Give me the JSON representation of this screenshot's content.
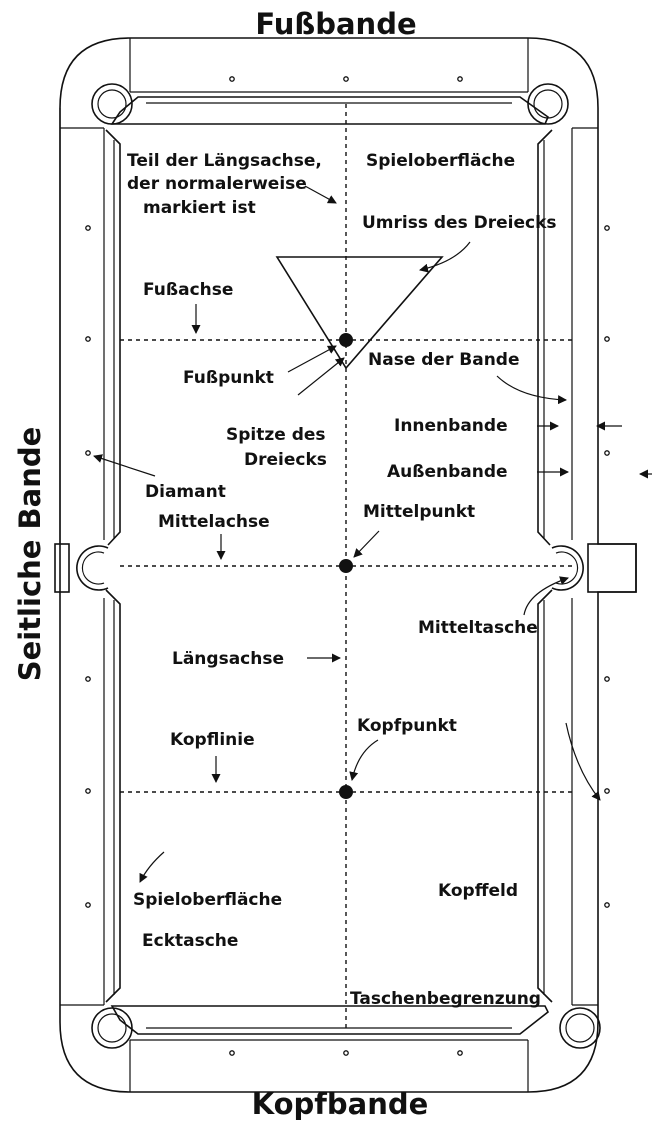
{
  "labels": {
    "foot_rail": "Fußbande",
    "head_rail": "Kopfbande",
    "side_rail": "Seitliche Bande",
    "long_axis_marked_1": "Teil der Längsachse,",
    "long_axis_marked_2": "der normalerweise",
    "long_axis_marked_3": "markiert ist",
    "playing_surface_top": "Spieloberfläche",
    "rack_outline": "Umriss des Dreiecks",
    "foot_string": "Fußachse",
    "foot_spot": "Fußpunkt",
    "nose_of_cushion": "Nase der Bande",
    "apex_1": "Spitze des",
    "apex_2": "Dreiecks",
    "cushion": "Innenbande",
    "rail": "Außenbande",
    "diamond": "Diamant",
    "center_string": "Mittelachse",
    "center_spot": "Mittelpunkt",
    "side_pocket": "Mitteltasche",
    "long_string": "Längsachse",
    "head_string": "Kopflinie",
    "head_spot": "Kopfpunkt",
    "playing_surface_bottom": "Spieloberfläche",
    "kitchen": "Kopffeld",
    "corner_pocket": "Ecktasche",
    "pocket_opening": "Taschenbegrenzung"
  },
  "colors": {
    "ink": "#111111",
    "background": "#ffffff"
  }
}
